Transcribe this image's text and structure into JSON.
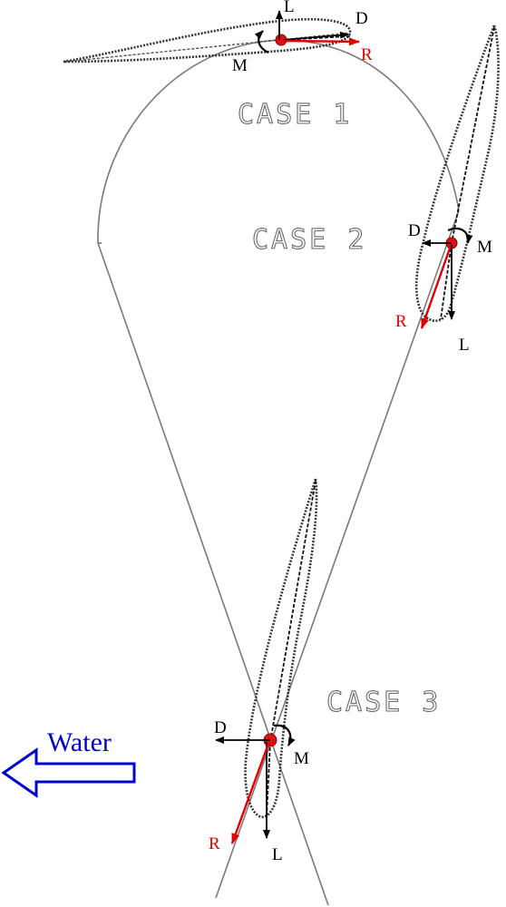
{
  "case_labels": [
    "CASE 1",
    "CASE 2",
    "CASE 3"
  ],
  "force_labels": {
    "lift": "L",
    "drag": "D",
    "moment": "M",
    "resultant": "R"
  },
  "flow": {
    "label": "Water",
    "direction": "left"
  },
  "colors": {
    "resultant": "#e00000",
    "flow_arrow": "#0000cc",
    "path": "#7a7a7a",
    "pivot": "#e01010"
  }
}
